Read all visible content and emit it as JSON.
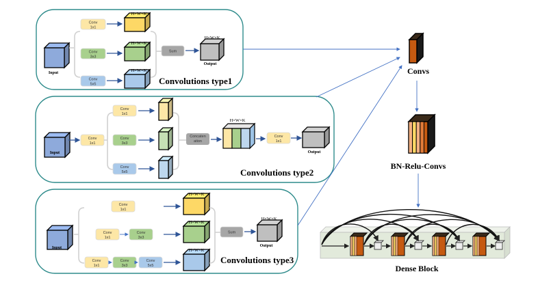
{
  "diagram": {
    "panels": [
      {
        "id": "type1",
        "title": "Convolutions type1",
        "input_label": "Input",
        "output_label": "Output",
        "merge_label": "Sum",
        "dim_label": "H×W×K",
        "branches": [
          {
            "ops": [
              {
                "line1": "Conv",
                "line2": "1x1",
                "color": "#fde7a6"
              }
            ],
            "block_color": "#fdd866",
            "block_dim": "H×W×K"
          },
          {
            "ops": [
              {
                "line1": "Conv",
                "line2": "3x3",
                "color": "#a8d08d"
              }
            ],
            "block_color": "#a8d08d",
            "block_dim": "H×W×K"
          },
          {
            "ops": [
              {
                "line1": "Conv",
                "line2": "5x5",
                "color": "#a9c9ea"
              }
            ],
            "block_color": "#a9c9ea",
            "block_dim": "H×W×K"
          }
        ]
      },
      {
        "id": "type2",
        "title": "Convolutions type2",
        "input_label": "Input",
        "output_label": "Output",
        "pre_op": {
          "line1": "Conv",
          "line2": "1x1"
        },
        "merge_label_line1": "Concaten",
        "merge_label_line2": "ation",
        "concat_dim": "H×W×K",
        "post_op": {
          "line1": "Conv",
          "line2": "1x1"
        },
        "branches": [
          {
            "ops": [
              {
                "line1": "Conv",
                "line2": "1x1",
                "color": "#fde7a6"
              }
            ],
            "block_color": "#fde7a6"
          },
          {
            "ops": [
              {
                "line1": "Conv",
                "line2": "3x3",
                "color": "#a8d08d"
              }
            ],
            "block_color": "#c6e0b4"
          },
          {
            "ops": [
              {
                "line1": "Conv",
                "line2": "5x5",
                "color": "#a9c9ea"
              }
            ],
            "block_color": "#bdd7ee"
          }
        ]
      },
      {
        "id": "type3",
        "title": "Convolutions type3",
        "input_label": "Input",
        "output_label": "Output",
        "merge_label": "Sum",
        "dim_label": "H×W×K",
        "branches": [
          {
            "ops": [
              {
                "line1": "Conv",
                "line2": "1x1",
                "color": "#fde7a6"
              }
            ],
            "block_color": "#fdd866",
            "block_dim": "H×W×K"
          },
          {
            "ops": [
              {
                "line1": "Conv",
                "line2": "1x1",
                "color": "#fde7a6"
              },
              {
                "line1": "Conv",
                "line2": "3x3",
                "color": "#a8d08d"
              }
            ],
            "block_color": "#a8d08d",
            "block_dim": "H×W×K"
          },
          {
            "ops": [
              {
                "line1": "Conv",
                "line2": "1x1",
                "color": "#fde7a6"
              },
              {
                "line1": "Conv",
                "line2": "3x3",
                "color": "#a8d08d"
              },
              {
                "line1": "Conv",
                "line2": "5x5",
                "color": "#a9c9ea"
              }
            ],
            "block_color": "#a9c9ea",
            "block_dim": "H×W×K"
          }
        ]
      }
    ],
    "right": {
      "convs_label": "Convs",
      "bn_relu_label": "BN-Relu-Convs",
      "dense_block_label": "Dense Block",
      "dense_layers": 4
    },
    "colors": {
      "panel_border": "#2e8b8b",
      "arrow": "#2f5597",
      "connector": "#4472c4",
      "merge_box": "#a6a6a6",
      "input_cube": "#8eaadb",
      "output_cube": "#bfbfbf",
      "conv_brown": "#c55a11",
      "dense_bg": "#e2eadb"
    }
  }
}
